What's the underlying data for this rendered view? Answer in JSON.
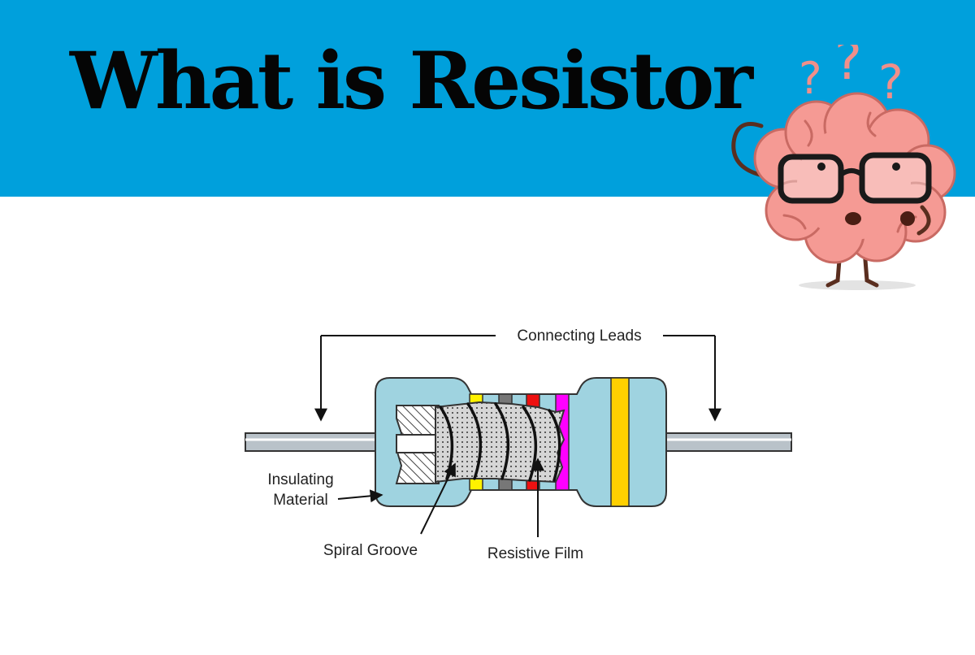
{
  "banner": {
    "title": "What is Resistor",
    "background_color": "#00a0dc"
  },
  "mascot": {
    "icon": "confused-brain-icon",
    "question_marks": [
      "?",
      "?",
      "?"
    ],
    "brain_color": "#f59a94",
    "mark_color": "#f08f8a"
  },
  "diagram": {
    "labels": {
      "connecting_leads": "Connecting Leads",
      "insulating_line1": "Insulating",
      "insulating_line2": "Material",
      "spiral_groove": "Spiral Groove",
      "resistive_film": "Resistive Film"
    },
    "colors": {
      "body": "#9fd3e0",
      "lead": "#b9c2c9",
      "core": "#d6d6d6",
      "bands": [
        "#fff200",
        "#777777",
        "#ee1111",
        "#ff00ff",
        "#ffd000"
      ]
    }
  }
}
